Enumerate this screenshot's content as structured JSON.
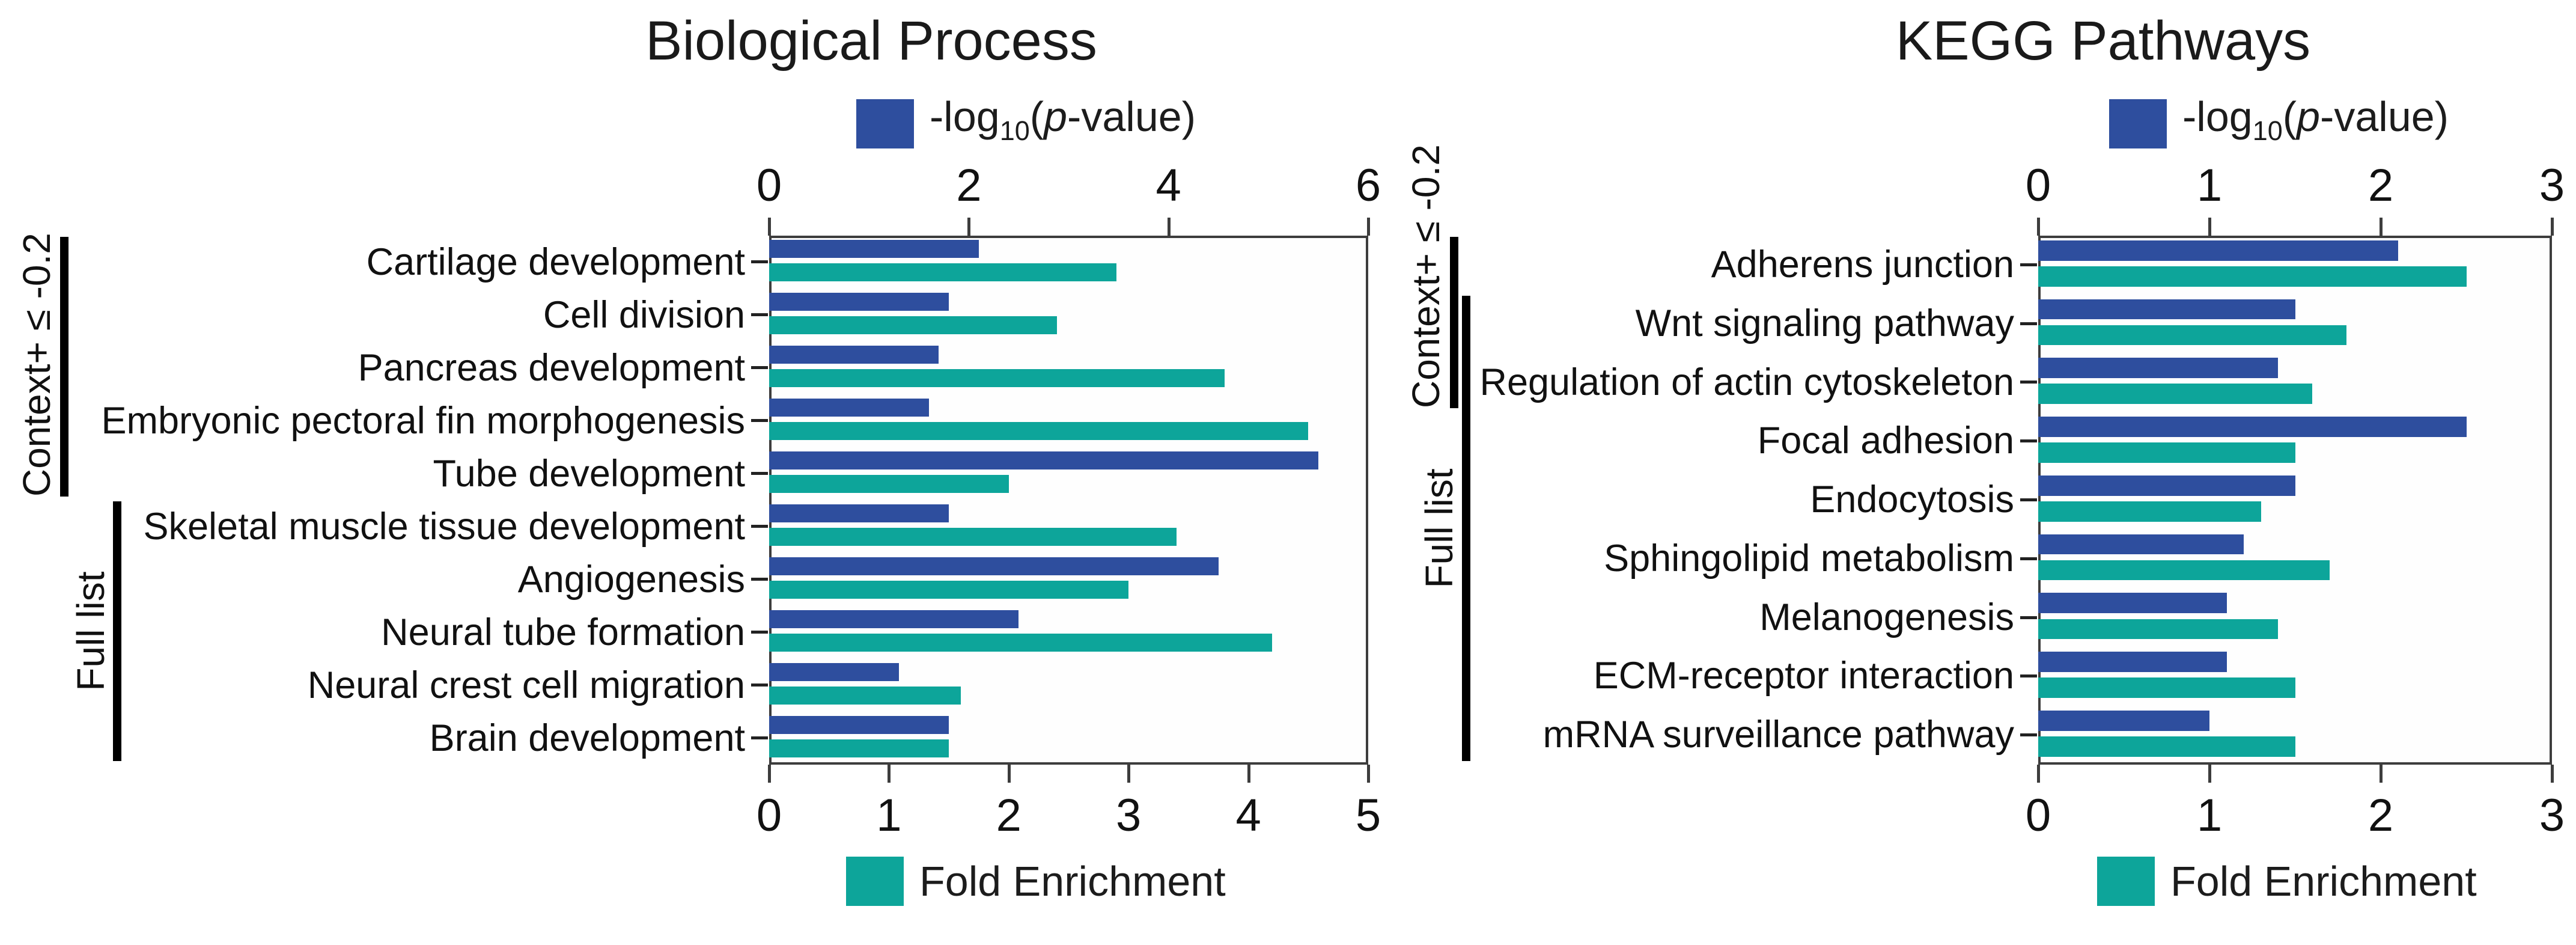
{
  "colors": {
    "pvalue_blue": "#2e4e9e",
    "enrichment_teal": "#0da59a",
    "axis_dark": "#3d3d3d",
    "text_black": "#1a1a1a"
  },
  "legend": {
    "pvalue_prefix": "-log",
    "pvalue_sub": "10",
    "pvalue_open_paren": "(",
    "pvalue_p": "p",
    "pvalue_suffix": "-value)",
    "fold_label": "Fold Enrichment"
  },
  "chart_data": [
    {
      "id": "biological-process",
      "type": "bar",
      "orientation": "horizontal",
      "title": "Biological Process",
      "categories": [
        "Cartilage development",
        "Cell division",
        "Pancreas development",
        "Embryonic pectoral fin morphogenesis",
        "Tube development",
        "Skeletal muscle tissue development",
        "Angiogenesis",
        "Neural tube formation",
        "Neural crest cell migration",
        "Brain development"
      ],
      "series": [
        {
          "name": "-log10(p-value)",
          "axis": "top",
          "color_key": "pvalue_blue",
          "values": [
            2.1,
            1.8,
            1.7,
            1.6,
            5.5,
            1.8,
            4.5,
            2.5,
            1.3,
            1.8
          ]
        },
        {
          "name": "Fold Enrichment",
          "axis": "bottom",
          "color_key": "enrichment_teal",
          "values": [
            2.9,
            2.4,
            3.8,
            4.5,
            2.0,
            3.4,
            3.0,
            4.2,
            1.6,
            1.5
          ]
        }
      ],
      "top_axis": {
        "label": "-log10(p-value)",
        "min": 0,
        "max": 6,
        "ticks": [
          0,
          2,
          4,
          6
        ]
      },
      "bottom_axis": {
        "label": "Fold Enrichment",
        "min": 0,
        "max": 5,
        "ticks": [
          0,
          1,
          2,
          3,
          4,
          5
        ]
      },
      "grid": false,
      "groups": [
        {
          "label": "Context+ ≤ -0.2",
          "start_row": 0,
          "end_row": 4
        },
        {
          "label": "Full list",
          "start_row": 5,
          "end_row": 9
        }
      ]
    },
    {
      "id": "kegg-pathways",
      "type": "bar",
      "orientation": "horizontal",
      "title": "KEGG Pathways",
      "categories": [
        "Adherens junction",
        "Wnt signaling pathway",
        "Regulation of actin cytoskeleton",
        "Focal adhesion",
        "Endocytosis",
        "Sphingolipid metabolism",
        "Melanogenesis",
        "ECM-receptor interaction",
        "mRNA surveillance pathway"
      ],
      "series": [
        {
          "name": "-log10(p-value)",
          "axis": "top",
          "color_key": "pvalue_blue",
          "values": [
            2.1,
            1.5,
            1.4,
            2.5,
            1.5,
            1.2,
            1.1,
            1.1,
            1.0
          ]
        },
        {
          "name": "Fold Enrichment",
          "axis": "bottom",
          "color_key": "enrichment_teal",
          "values": [
            2.5,
            1.8,
            1.6,
            1.5,
            1.3,
            1.7,
            1.4,
            1.5,
            1.5
          ]
        }
      ],
      "top_axis": {
        "label": "-log10(p-value)",
        "min": 0,
        "max": 3,
        "ticks": [
          0,
          1,
          2,
          3
        ]
      },
      "bottom_axis": {
        "label": "Fold Enrichment",
        "min": 0,
        "max": 3,
        "ticks": [
          0,
          1,
          2,
          3
        ]
      },
      "grid": false,
      "groups": [
        {
          "label": "Context+ ≤ -0.2",
          "start_row": 0,
          "end_row": 2
        },
        {
          "label": "Full list",
          "start_row": 1,
          "end_row": 8
        }
      ]
    }
  ]
}
